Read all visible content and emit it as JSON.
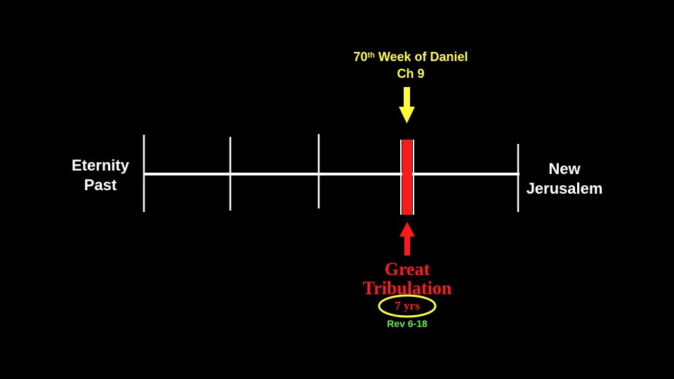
{
  "left_label": {
    "line1": "Eternity",
    "line2": "Past"
  },
  "right_label": {
    "line1": "New",
    "line2": "Jerusalem"
  },
  "top_label": {
    "number": "70",
    "suffix": "th",
    "rest": " Week of Daniel",
    "line2": "Ch 9"
  },
  "bottom_label": {
    "line1": "Great",
    "line2": "Tribulation",
    "duration": "7 yrs",
    "reference": "Rev 6-18"
  },
  "colors": {
    "background": "#000000",
    "timeline": "#ffffff",
    "highlight_bar": "#ff1a1a",
    "top_arrow": "#ffff33",
    "bottom_arrow": "#ff1a1a",
    "ellipse": "#ffff33",
    "reference_text": "#66ee44"
  }
}
